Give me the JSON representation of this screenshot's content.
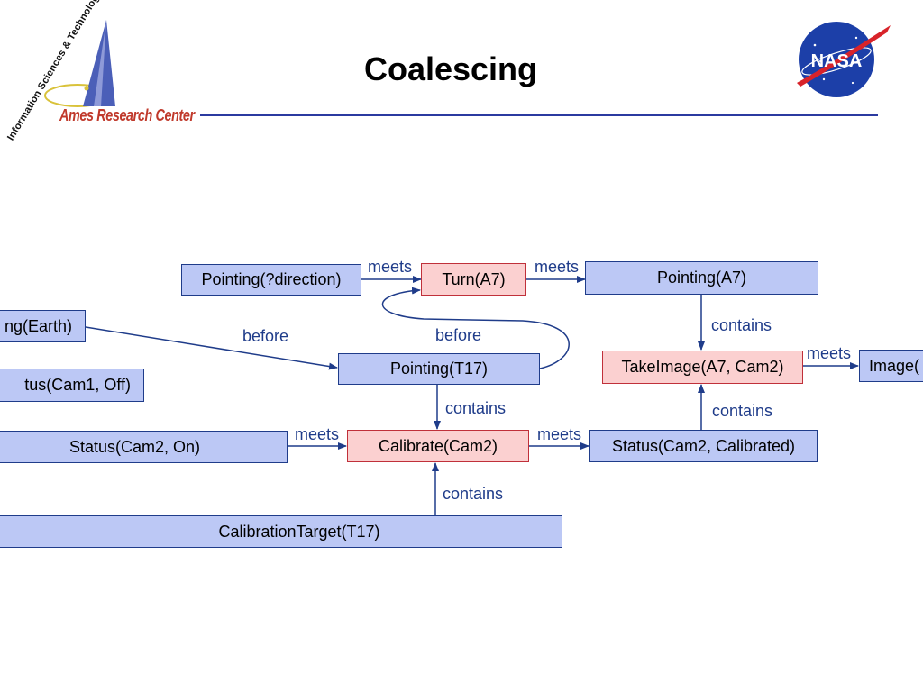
{
  "header": {
    "title": "Coalescing",
    "org_name": "Ames Research Center",
    "org_division": "Information Sciences & Technology",
    "agency_logo_text": "NASA"
  },
  "colors": {
    "state_fill": "#bcc8f5",
    "state_border": "#1f3c8a",
    "action_fill": "#fbd0d0",
    "action_border": "#c0303a",
    "edge": "#1f3c8a",
    "rule": "#2b3aa0"
  },
  "diagram": {
    "nodes": {
      "pointing_direction": "Pointing(?direction)",
      "turn": "Turn(A7)",
      "pointing_a7": "Pointing(A7)",
      "pointing_earth": "ng(Earth)",
      "status_cam1": "tus(Cam1, Off)",
      "pointing_t17": "Pointing(T17)",
      "take_image": "TakeImage(A7, Cam2)",
      "image": "Image(",
      "status_cam2_on": "Status(Cam2, On)",
      "calibrate": "Calibrate(Cam2)",
      "status_cam2_calibrated": "Status(Cam2, Calibrated)",
      "calibration_target": "CalibrationTarget(T17)"
    },
    "edges": {
      "e1": "meets",
      "e2": "meets",
      "e3": "contains",
      "e4": "meets",
      "e5": "before",
      "e6": "before",
      "e7": "contains",
      "e8": "meets",
      "e9": "meets",
      "e10": "contains",
      "e11": "contains"
    }
  }
}
